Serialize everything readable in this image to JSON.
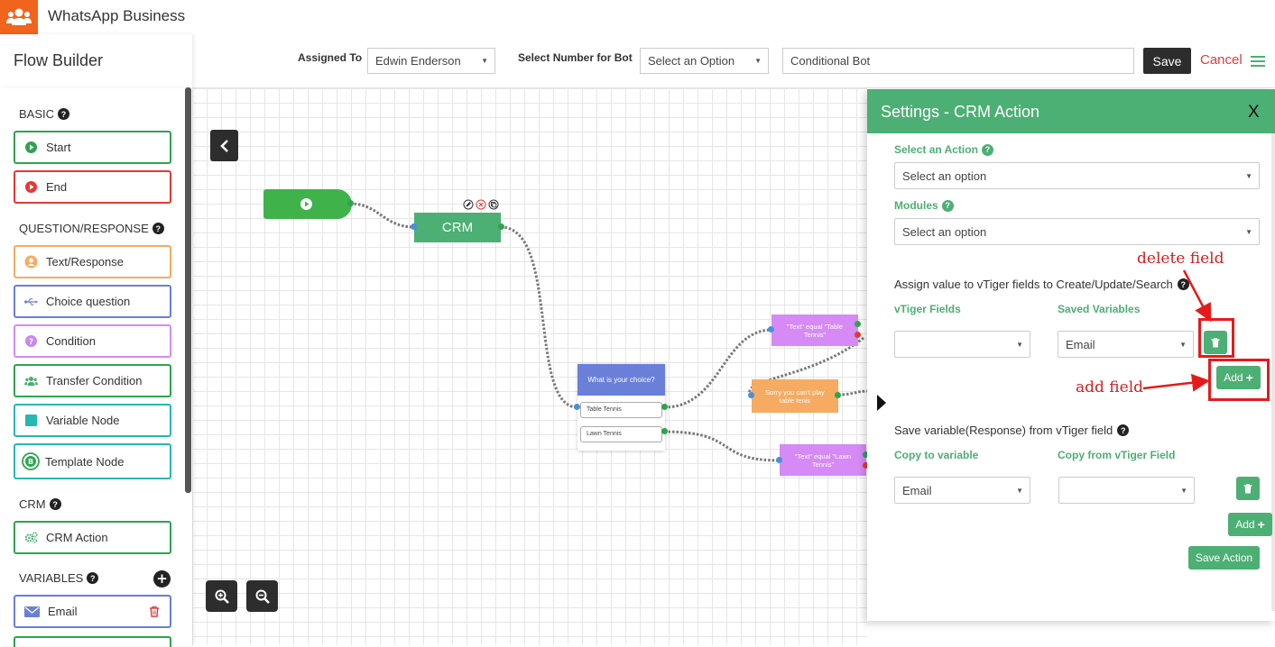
{
  "app": {
    "title": "WhatsApp Business"
  },
  "header": {
    "page_title": "Flow Builder",
    "assigned_to_label": "Assigned To",
    "assigned_to_value": "Edwin Enderson",
    "number_label": "Select Number for Bot",
    "number_value": "Select an Option",
    "bot_name_value": "Conditional Bot",
    "save_label": "Save",
    "cancel_label": "Cancel"
  },
  "sidebar": {
    "sections": {
      "basic": "BASIC",
      "question": "QUESTION/RESPONSE",
      "crm": "CRM",
      "variables": "VARIABLES"
    },
    "items": {
      "start": "Start",
      "end": "End",
      "text_response": "Text/Response",
      "choice_question": "Choice question",
      "condition": "Condition",
      "transfer_condition": "Transfer Condition",
      "variable_node": "Variable Node",
      "template_node": "Template Node",
      "crm_action": "CRM Action",
      "email": "Email"
    }
  },
  "canvas": {
    "crm_node": "CRM",
    "choice_node": {
      "question": "What is your choice?",
      "options": [
        "Table Tennis",
        "Lawn Tennis"
      ]
    },
    "cond1": "\"Text\" equal \"Table Tennis\"",
    "cond2": "\"Text\" equal \"Lawn Tennis\"",
    "sorry": "Sorry you can't play table tenis"
  },
  "panel": {
    "title": "Settings - CRM Action",
    "close": "X",
    "select_action_label": "Select an Action",
    "select_action_value": "Select an option",
    "modules_label": "Modules",
    "modules_value": "Select an option",
    "assign_text": "Assign value to vTiger fields to Create/Update/Search",
    "vtiger_fields_label": "vTiger Fields",
    "saved_variables_label": "Saved Variables",
    "vtiger_field_value": "",
    "saved_variable_value": "Email",
    "add_label": "Add",
    "save_variable_text": "Save variable(Response) from vTiger field",
    "copy_to_label": "Copy to variable",
    "copy_from_label": "Copy from vTiger Field",
    "copy_to_value": "Email",
    "copy_from_value": "",
    "add2_label": "Add",
    "save_action_label": "Save Action"
  },
  "annotations": {
    "delete_field": "delete field",
    "add_field": "add field"
  },
  "colors": {
    "brand_orange": "#f0641e",
    "green": "#4caf73",
    "start_green": "#3fb24a",
    "choice_blue": "#6a7fd8",
    "condition_purple": "#d58af5",
    "sorry_orange": "#f6ab62",
    "annotation_red": "#e31b1b"
  }
}
